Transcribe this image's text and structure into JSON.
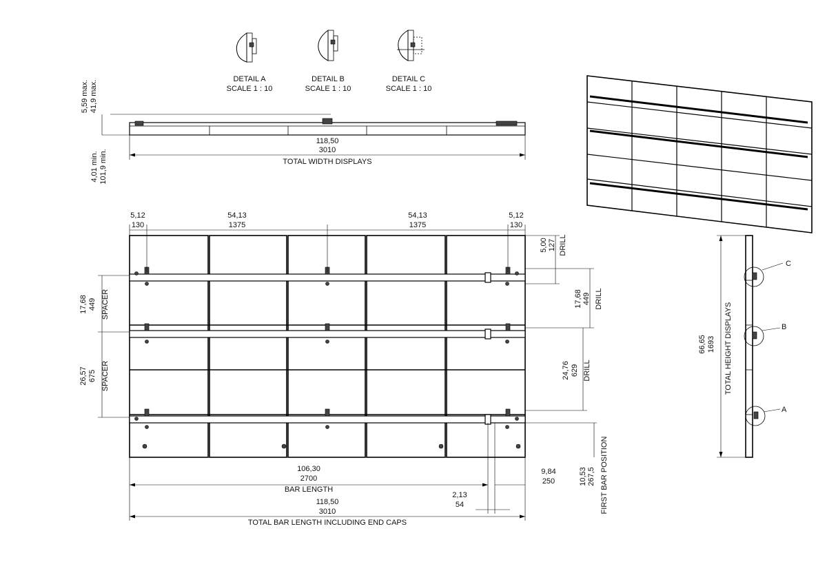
{
  "details": [
    {
      "name": "DETAIL A",
      "scale": "SCALE 1 : 10"
    },
    {
      "name": "DETAIL B",
      "scale": "SCALE 1 : 10"
    },
    {
      "name": "DETAIL C",
      "scale": "SCALE 1 : 10"
    }
  ],
  "top_view": {
    "max_in": "5,59 max.",
    "max_mm": "41,9 max.",
    "min_in": "4,01 min.",
    "min_mm": "101,9 min.",
    "width_in": "118,50",
    "width_mm": "3010",
    "width_label": "TOTAL WIDTH DISPLAYS"
  },
  "front_view": {
    "col1_in": "5,12",
    "col1_mm": "130",
    "col2_in": "54,13",
    "col2_mm": "1375",
    "col3_in": "54,13",
    "col3_mm": "1375",
    "col4_in": "5,12",
    "col4_mm": "130",
    "drill1_in": "5,00",
    "drill1_mm": "127",
    "drill1_label": "DRILL",
    "drill2_in": "17,68",
    "drill2_mm": "449",
    "drill2_label": "DRILL",
    "drill3_in": "24,76",
    "drill3_mm": "629",
    "drill3_label": "DRILL",
    "spacer1_in": "17,68",
    "spacer1_mm": "449",
    "spacer1_label": "SPACER",
    "spacer2_in": "26,57",
    "spacer2_mm": "675",
    "spacer2_label": "SPACER",
    "bar_in": "106,30",
    "bar_mm": "2700",
    "bar_label": "BAR LENGTH",
    "cap_in": "2,13",
    "cap_mm": "54",
    "offset_in": "9,84",
    "offset_mm": "250",
    "first_in": "10,53",
    "first_mm": "267,5",
    "first_label": "FIRST BAR POSITION",
    "total_in": "118,50",
    "total_mm": "3010",
    "total_label": "TOTAL BAR LENGTH INCLUDING END CAPS"
  },
  "side_view": {
    "height_in": "66,65",
    "height_mm": "1693",
    "height_label": "TOTAL HEIGHT DISPLAYS",
    "callouts": [
      "C",
      "B",
      "A"
    ]
  },
  "colors": {
    "line": "#000000",
    "background": "#ffffff",
    "hardware": "#444444"
  }
}
